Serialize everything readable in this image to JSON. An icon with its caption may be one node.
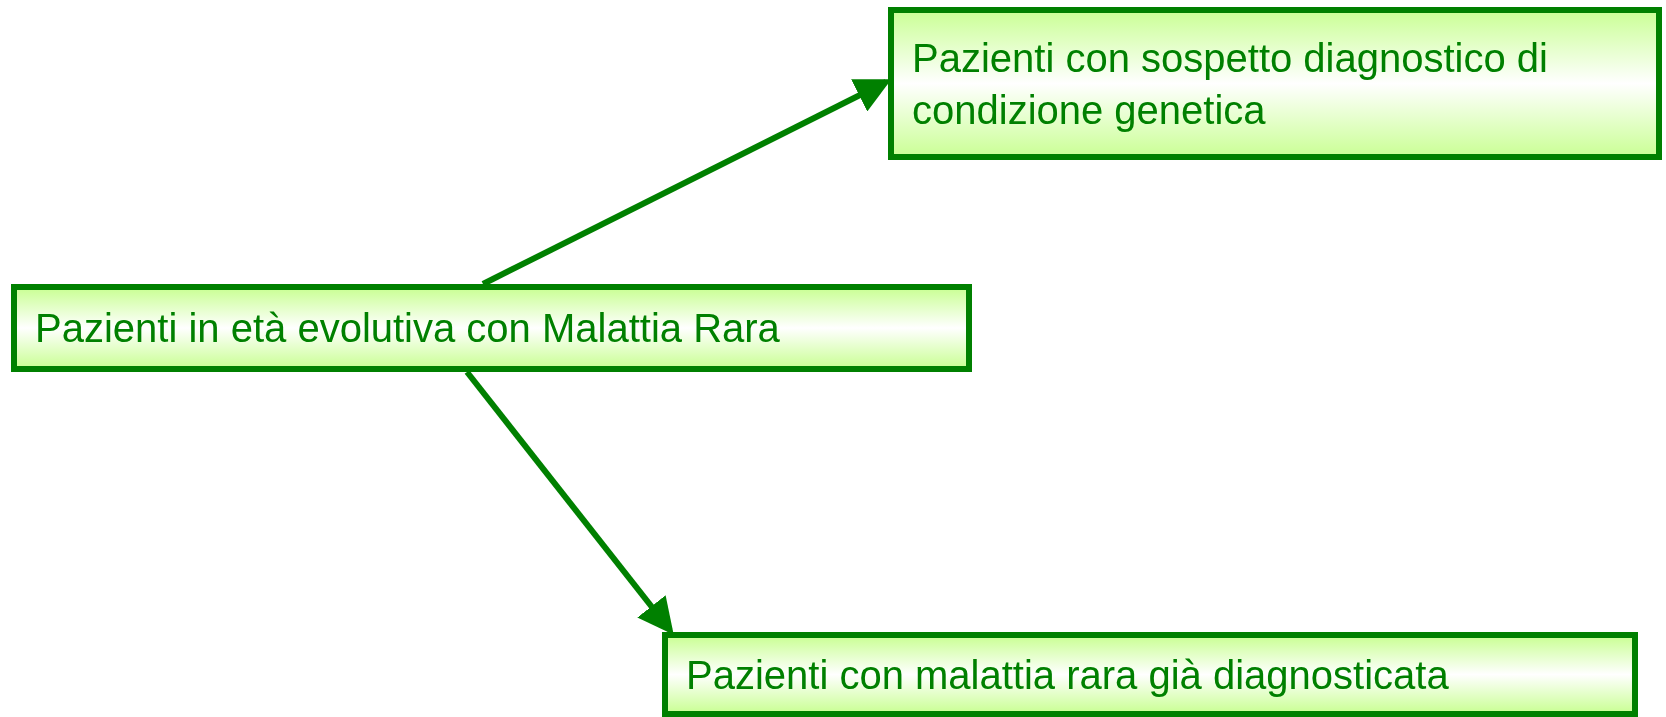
{
  "diagram": {
    "nodes": [
      {
        "text": [
          "Pazienti in età evolutiva con Malattia Rara"
        ]
      },
      {
        "text": [
          "Pazienti con sospetto diagnostico di condizione genetica"
        ]
      },
      {
        "text": [
          "Pazienti con malattia rara già diagnosticata"
        ]
      }
    ],
    "edges": [
      {
        "from": 0,
        "to": 1,
        "arrow": "to"
      },
      {
        "from": 0,
        "to": 2,
        "arrow": "to"
      }
    ]
  }
}
